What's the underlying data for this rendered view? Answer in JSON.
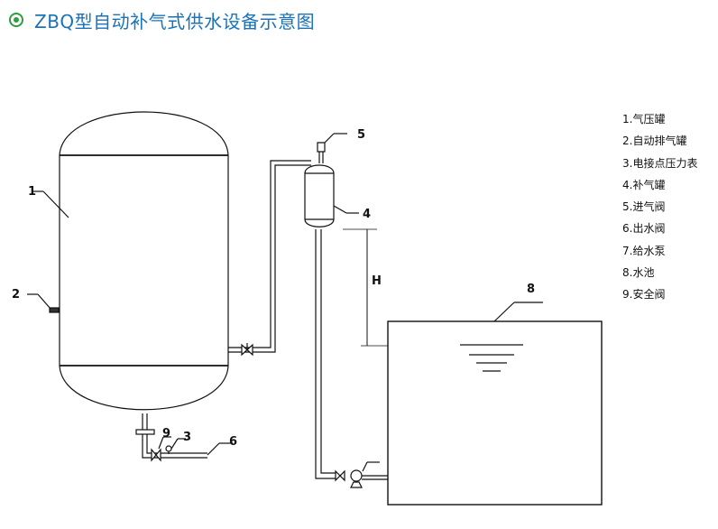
{
  "title": "ZBQ型自动补气式供水设备示意图",
  "colors": {
    "title": "#1a73b8",
    "icon": "#2e9e3e",
    "line": "#111111"
  },
  "icons": {
    "title_bullet": "target-circle-icon"
  },
  "legend": [
    "1.气压罐",
    "2.自动排气罐",
    "3.电接点压力表",
    "4.补气罐",
    "5.进气阀",
    "6.出水阀",
    "7.给水泵",
    "8.水池",
    "9.安全阀"
  ],
  "labels": {
    "n1": "1",
    "n2": "2",
    "n3": "3",
    "n4": "4",
    "n5": "5",
    "n6": "6",
    "n8": "8",
    "n9": "9",
    "height": "H"
  }
}
